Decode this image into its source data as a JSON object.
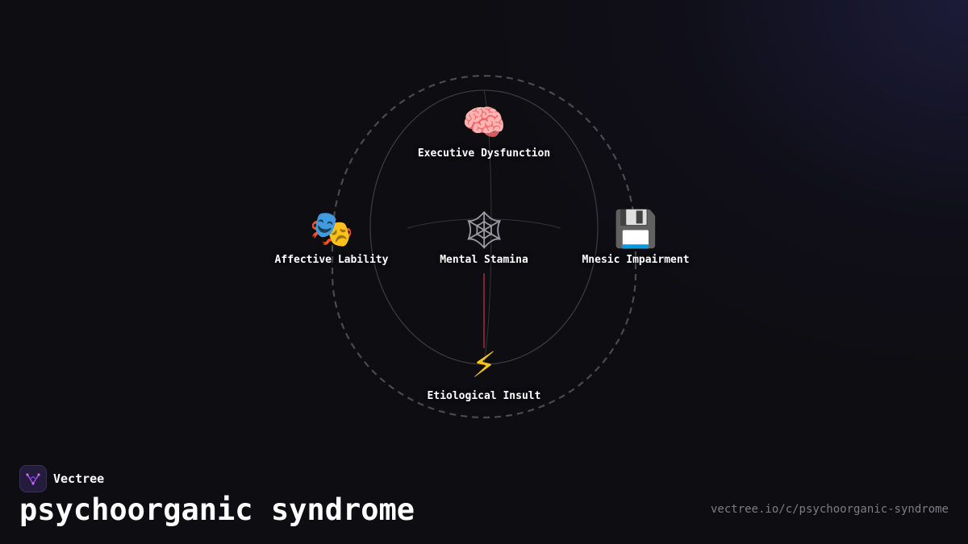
{
  "brand": {
    "name": "Vectree",
    "logo_icon": "vectree-logo-icon",
    "accent": "#a24de0"
  },
  "page": {
    "title": "psychoorganic syndrome",
    "url": "vectree.io/c/psychoorganic-syndrome"
  },
  "diagram": {
    "center": {
      "label": "Mental Stamina",
      "icon": "spider-web-icon"
    },
    "nodes": {
      "top": {
        "label": "Executive Dysfunction",
        "icon": "brain-icon"
      },
      "left": {
        "label": "Affective Lability",
        "icon": "theater-masks-icon"
      },
      "right": {
        "label": "Mnesic Impairment",
        "icon": "floppy-disk-icon"
      },
      "bottom": {
        "label": "Etiological Insult",
        "icon": "lightning-icon"
      }
    },
    "colors": {
      "outer_ring": "#4a4a52",
      "inner_ring": "#3a3a40",
      "link": "#b03040"
    }
  }
}
